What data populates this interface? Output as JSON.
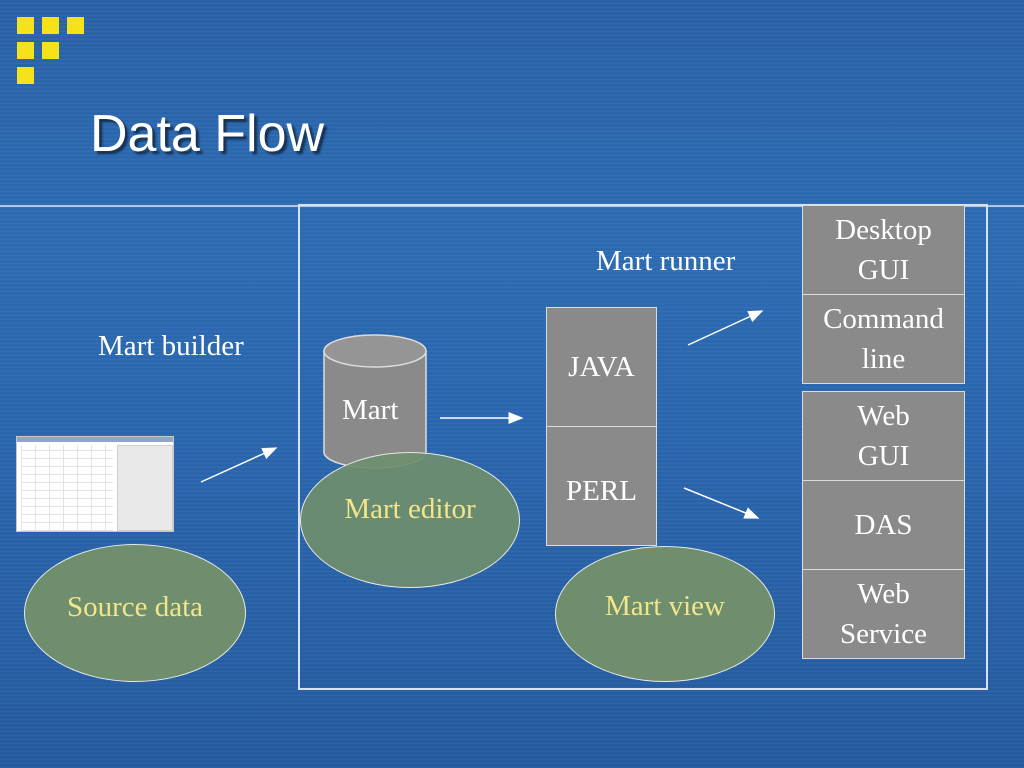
{
  "slide": {
    "title": "Data Flow"
  },
  "labels": {
    "mart_builder": "Mart builder",
    "mart_runner": "Mart runner"
  },
  "cylinder": {
    "label": "Mart"
  },
  "ellipses": {
    "mart_editor": "Mart editor",
    "source_data": "Source data",
    "mart_view": "Mart view"
  },
  "api_boxes": {
    "java": "JAVA",
    "perl": "PERL"
  },
  "clients": {
    "desktop_gui": "Desktop GUI",
    "command_line": "Command line",
    "web_gui": "Web GUI",
    "das": "DAS",
    "web_service": "Web Service"
  },
  "colors": {
    "background": "#2a66ae",
    "bullet": "#f5e21a",
    "box_fill": "#8a8a8a",
    "ellipse_fill": "#6e8e6e",
    "ellipse_text": "#f2e58a"
  }
}
